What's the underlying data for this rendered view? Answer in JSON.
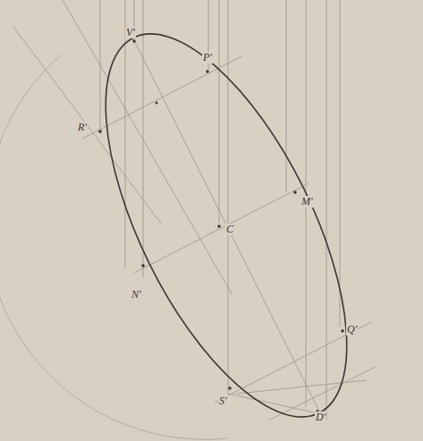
{
  "diagram": {
    "labels": [
      "V'",
      "P'",
      "R'",
      "M'",
      "C",
      "N'",
      "Q'",
      "S'",
      "D'"
    ]
  }
}
